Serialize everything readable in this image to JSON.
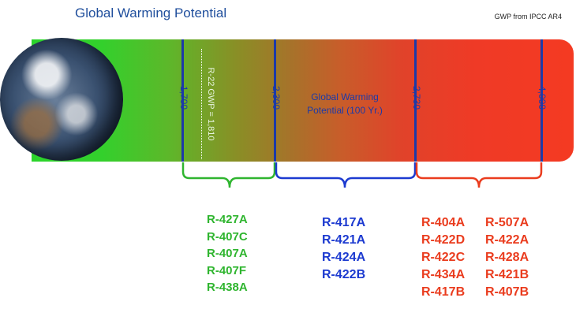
{
  "header": {
    "title": "Global Warming Potential",
    "source": "GWP from IPCC AR4"
  },
  "scale": {
    "ticks": [
      {
        "label": "1,700",
        "color": "#1c3aa8"
      },
      {
        "label": "2,300",
        "color": "#1c3aa8"
      },
      {
        "label": "2,730",
        "color": "#1c3aa8"
      },
      {
        "label": "4,000",
        "color": "#1c3aa8"
      }
    ],
    "r22_marker": "R-22  GWP = 1,810",
    "center_label_line1": "Global Warming",
    "center_label_line2": "Potential (100 Yr.)"
  },
  "groups": {
    "green": {
      "color": "#2fb52f",
      "items": [
        "R-427A",
        "R-407C",
        "R-407A",
        "R-407F",
        "R-438A"
      ]
    },
    "blue": {
      "color": "#1c3ad0",
      "items": [
        "R-417A",
        "R-421A",
        "R-424A",
        "R-422B"
      ]
    },
    "red_col1": {
      "color": "#ea3c1e",
      "items": [
        "R-404A",
        "R-422D",
        "R-422C",
        "R-434A",
        "R-417B"
      ]
    },
    "red_col2": {
      "color": "#ea3c1e",
      "items": [
        "R-507A",
        "R-422A",
        "R-428A",
        "R-421B",
        "R-407B"
      ]
    }
  }
}
